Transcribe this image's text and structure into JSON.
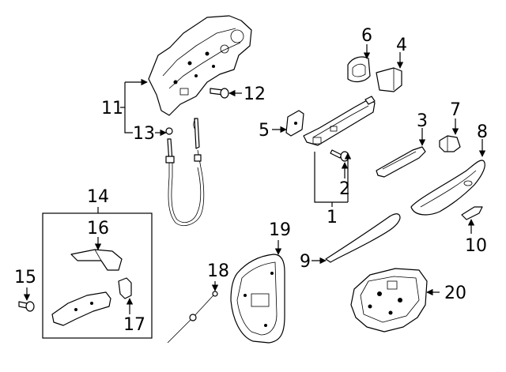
{
  "diagram": {
    "callouts": [
      "1",
      "2",
      "3",
      "4",
      "5",
      "6",
      "7",
      "8",
      "9",
      "10",
      "11",
      "12",
      "13",
      "14",
      "15",
      "16",
      "17",
      "18",
      "19",
      "20"
    ]
  }
}
